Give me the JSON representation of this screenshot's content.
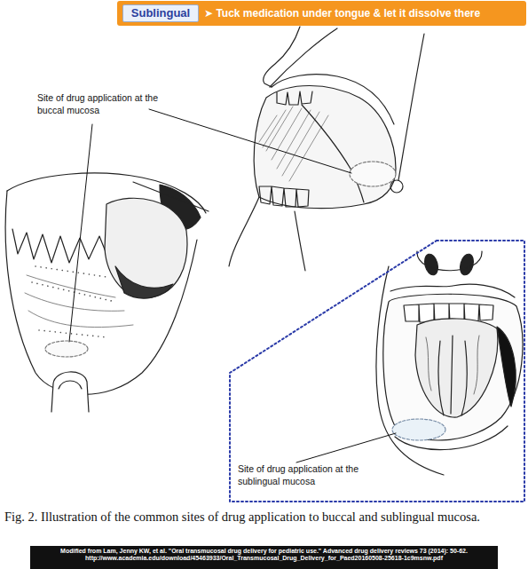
{
  "diagram": {
    "caption": "Fig. 2. Illustration of the common sites of drug application to buccal and sublingual mucosa.",
    "nodes": [
      {
        "text": [
          "➤ Tuck medication under tongue & let it dissolve there"
        ]
      },
      {
        "text": [
          "Sublingual"
        ],
        "in": 0
      },
      {
        "text": [
          "Site of drug application at the sublingual mucosa"
        ]
      },
      {
        "text": [
          "Modified from Lam, Jenny KW, et al. \"Oral transmucosal drug delivery for pediatric use.\" Advanced drug delivery reviews 73 (2014): 50-62. http://www.academia.edu/download/45463933/Oral_Transmucosal_Drug_Delivery_for_Paed20160508-25618-1c9msnw.pdf"
        ]
      }
    ],
    "edges": [],
    "labels": [
      "Site of drug application at the buccal mucosa"
    ]
  }
}
